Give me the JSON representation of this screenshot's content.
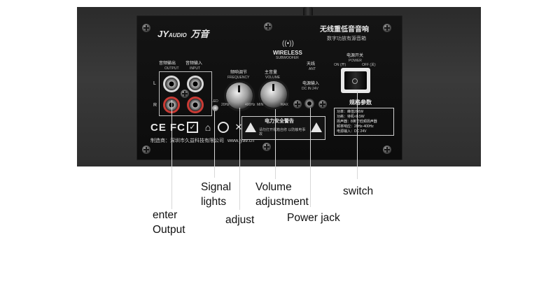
{
  "panel": {
    "logo_mark": "JY",
    "logo_text": "AUDIO",
    "logo_cn": "万音",
    "title_cn": "无线重低音音响",
    "subtitle_cn": "数字功放有源音箱",
    "wireless_label": "WIRELESS",
    "wireless_sub": "SUBWOOFER",
    "ant_cn": "天线",
    "ant_label": "ANT",
    "io_output_cn": "音频输出",
    "io_input_cn": "音频输入",
    "output_label": "OUTPUT",
    "input_label": "INPUT",
    "ch_left": "L",
    "ch_right": "R",
    "led_label": "LED",
    "freq_cn": "频响调节",
    "freq_label": "FREQUENCY",
    "freq_min": "20Hz",
    "freq_max": "400Hz",
    "vol_cn": "主音量",
    "vol_label": "VOLUME",
    "vol_min": "MIN",
    "vol_max": "MAX",
    "power_in_cn": "电源输入",
    "power_in_label": "DC IN 24V",
    "switch_cn": "电源开关",
    "switch_label": "POWER",
    "switch_on": "ON (开)",
    "switch_off": "OFF (关)",
    "warning_title_cn": "电力安全警告",
    "warning_body_cn": "请勿打开机箱自修 以防触电事故",
    "spec_title_cn": "规格参数",
    "spec_lines": [
      "功率：峰值200W",
      "功耗：待机<0.5W",
      "扬声器：8英寸低频扬声器",
      "频率响应：20Hz-400Hz",
      "电源输入：DC 24V"
    ],
    "cert_marks": "CE FC",
    "maker_cn": "制造商：深圳市久益科技有限公司",
    "website": "www.jyav.cn"
  },
  "annotations": {
    "enter_output": [
      "enter",
      "Output"
    ],
    "signal_lights": [
      "Signal",
      "lights"
    ],
    "adjust": "adjust",
    "volume": [
      "Volume",
      "adjustment"
    ],
    "power_jack": "Power jack",
    "switch": "switch"
  }
}
